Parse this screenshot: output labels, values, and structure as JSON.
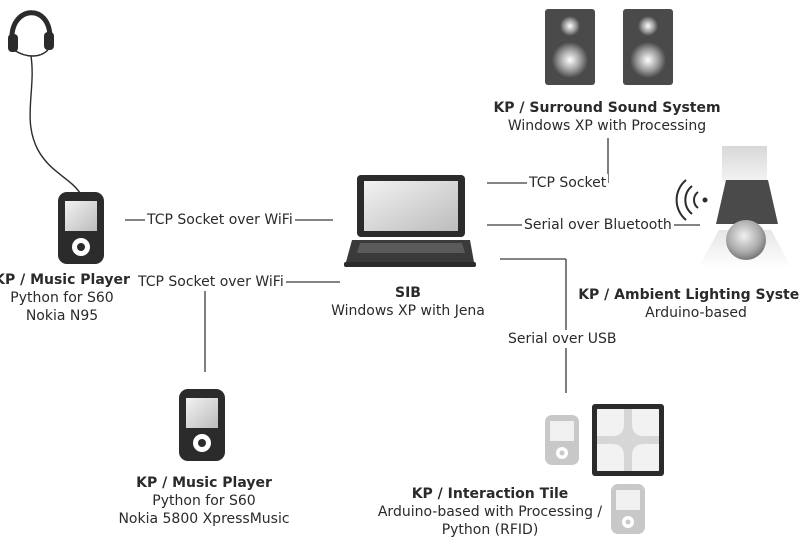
{
  "nodes": {
    "music_player_1": {
      "title": "KP / Music Player",
      "line1": "Python for S60",
      "line2": "Nokia N95"
    },
    "music_player_2": {
      "title": "KP / Music Player",
      "line1": "Python for S60",
      "line2": "Nokia 5800 XpressMusic"
    },
    "sib": {
      "title": "SIB",
      "line1": "Windows XP with Jena"
    },
    "surround": {
      "title": "KP / Surround Sound System",
      "line1": "Windows XP with Processing"
    },
    "ambient": {
      "title": "KP / Ambient Lighting System",
      "line1": "Arduino-based"
    },
    "tile": {
      "title": "KP / Interaction Tile",
      "line1": "Arduino-based with Processing /",
      "line2": "Python (RFID)"
    }
  },
  "connections": {
    "wifi_1": "TCP Socket over WiFi",
    "wifi_2": "TCP Socket over WiFi",
    "tcp": "TCP Socket",
    "bluetooth": "Serial over Bluetooth",
    "usb": "Serial over USB"
  },
  "colors": {
    "line": "#3a3a3a",
    "device_dark": "#2b2b2b",
    "device_light": "#c8c8c8",
    "text": "#2a2a2a"
  }
}
